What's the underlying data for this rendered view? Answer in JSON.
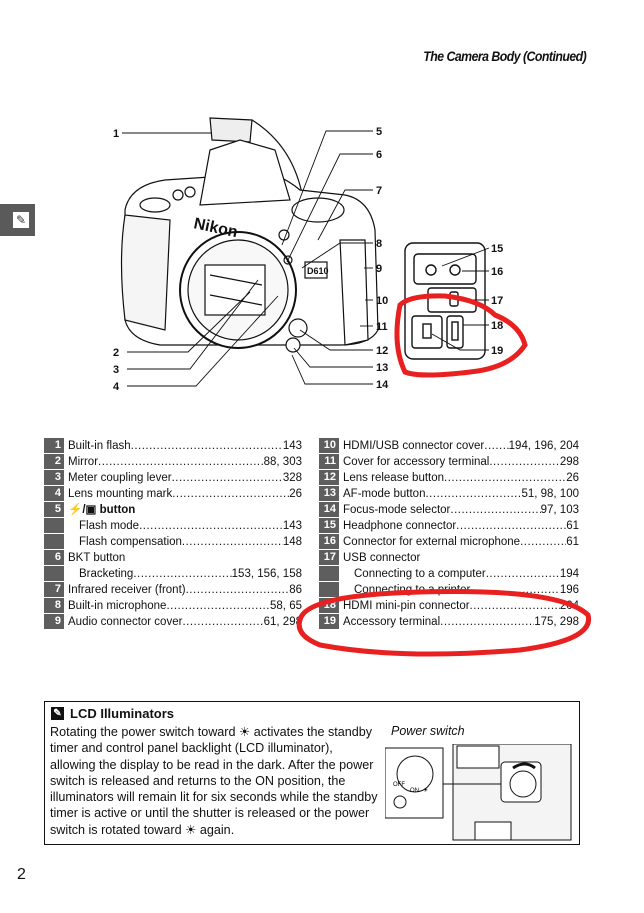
{
  "header": {
    "title": "The Camera Body (Continued)"
  },
  "side_tab": {
    "icon": "camera-body-icon",
    "glyph": "✎"
  },
  "figure": {
    "callouts": [
      "1",
      "2",
      "3",
      "4",
      "5",
      "6",
      "7",
      "8",
      "9",
      "10",
      "11",
      "12",
      "13",
      "14",
      "15",
      "16",
      "17",
      "18",
      "19"
    ],
    "camera_model": "D610",
    "brand": "Nikon",
    "annotation_color": "#e8201f"
  },
  "legend_left": [
    {
      "num": "1",
      "label": "Built-in flash",
      "pages": "143"
    },
    {
      "num": "2",
      "label": "Mirror",
      "pages": "88, 303"
    },
    {
      "num": "3",
      "label": "Meter coupling lever",
      "pages": "328"
    },
    {
      "num": "4",
      "label": "Lens mounting mark",
      "pages": "26"
    },
    {
      "num": "5",
      "label": "⚡/▣ button",
      "pages": ""
    },
    {
      "num": "",
      "label": "Flash mode",
      "pages": "143",
      "indent": true
    },
    {
      "num": "",
      "label": "Flash compensation",
      "pages": "148",
      "indent": true
    },
    {
      "num": "6",
      "label": "BKT button",
      "pages": "",
      "bold_prefix": "BKT"
    },
    {
      "num": "",
      "label": "Bracketing",
      "pages": "153, 156, 158",
      "indent": true
    },
    {
      "num": "7",
      "label": "Infrared receiver (front)",
      "pages": "86"
    },
    {
      "num": "8",
      "label": "Built-in microphone",
      "pages": "58, 65"
    },
    {
      "num": "9",
      "label": "Audio connector cover",
      "pages": "61, 298"
    }
  ],
  "legend_right": [
    {
      "num": "10",
      "label": "HDMI/USB connector cover",
      "pages": "194, 196, 204"
    },
    {
      "num": "11",
      "label": "Cover for accessory terminal",
      "pages": "298"
    },
    {
      "num": "12",
      "label": "Lens release button",
      "pages": "26"
    },
    {
      "num": "13",
      "label": "AF-mode button",
      "pages": "51, 98, 100"
    },
    {
      "num": "14",
      "label": "Focus-mode selector",
      "pages": "97, 103"
    },
    {
      "num": "15",
      "label": "Headphone connector",
      "pages": "61"
    },
    {
      "num": "16",
      "label": "Connector for external microphone",
      "pages": "61"
    },
    {
      "num": "17",
      "label": "USB connector",
      "pages": ""
    },
    {
      "num": "",
      "label": "Connecting to a computer",
      "pages": "194",
      "indent": true
    },
    {
      "num": "",
      "label": "Connecting to a printer",
      "pages": "196",
      "indent": true
    },
    {
      "num": "18",
      "label": "HDMI mini-pin connector",
      "pages": "204"
    },
    {
      "num": "19",
      "label": "Accessory terminal",
      "pages": "175, 298"
    }
  ],
  "note": {
    "icon": "pencil-note-icon",
    "title": "LCD Illuminators",
    "text": "Rotating the power switch toward ☀ activates the standby timer and control panel backlight (LCD illuminator), allowing the display to be read in the dark. After the power switch is released and returns to the ON position, the illuminators will remain lit for six seconds while the standby timer is active or until the shutter is released or the power switch is rotated toward ☀ again.",
    "figure_caption": "Power switch",
    "switch_labels": [
      "OFF",
      "ON",
      "☀"
    ]
  },
  "page_number": "2"
}
